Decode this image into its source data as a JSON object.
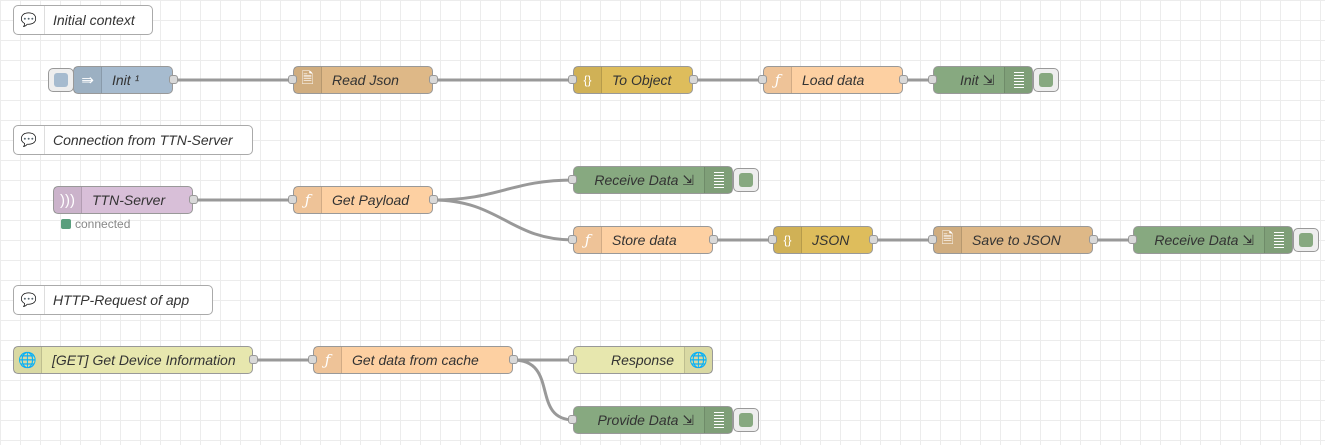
{
  "colors": {
    "inject": "#a6bbcf",
    "file": "#deb887",
    "json": "#debd5c",
    "function": "#fdd0a2",
    "link": "#87a980",
    "ttn": "#d8bfd8",
    "http": "#e7e7ae",
    "wire": "#999999",
    "status_connected": "#5a9e7d"
  },
  "comments": {
    "initial_context": "Initial context",
    "ttn_connection": "Connection from TTN-Server",
    "http_request": "HTTP-Request of app"
  },
  "nodes": {
    "init_inject": {
      "label": "Init ¹",
      "icon": "arrow-in-icon"
    },
    "read_json": {
      "label": "Read Json",
      "icon": "file-in-icon"
    },
    "to_object": {
      "label": "To Object",
      "icon": "json-icon"
    },
    "load_data": {
      "label": "Load data",
      "icon": "function-icon"
    },
    "init_link_out": {
      "label": "Init ⇲",
      "icon": "list-icon"
    },
    "ttn_server": {
      "label": "TTN-Server",
      "icon": "wireless-icon",
      "status": "connected"
    },
    "get_payload": {
      "label": "Get Payload",
      "icon": "function-icon"
    },
    "receive_data_1": {
      "label": "Receive Data ⇲",
      "icon": "list-icon"
    },
    "store_data": {
      "label": "Store data",
      "icon": "function-icon"
    },
    "json_node": {
      "label": "JSON",
      "icon": "json-icon"
    },
    "save_to_json": {
      "label": "Save to JSON",
      "icon": "file-out-icon"
    },
    "receive_data_2": {
      "label": "Receive Data ⇲",
      "icon": "list-icon"
    },
    "http_get": {
      "label": "[GET] Get Device Information",
      "icon": "globe-icon"
    },
    "get_cache": {
      "label": "Get data from cache",
      "icon": "function-icon"
    },
    "response": {
      "label": "Response",
      "icon": "globe-icon"
    },
    "provide_data": {
      "label": "Provide Data ⇲",
      "icon": "list-icon"
    }
  }
}
